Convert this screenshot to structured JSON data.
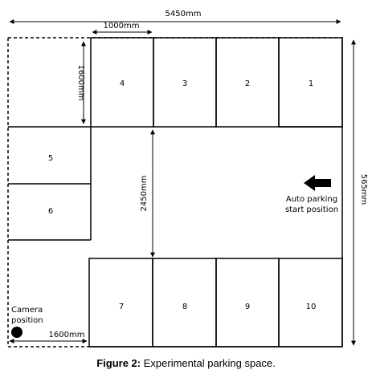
{
  "dimensions": {
    "total_width": "5450mm",
    "spot_width": "1000mm",
    "spot_depth": "1600mm",
    "aisle_width": "2450mm",
    "total_height": "565mm",
    "camera_offset": "1600mm"
  },
  "spots": {
    "s1": "1",
    "s2": "2",
    "s3": "3",
    "s4": "4",
    "s5": "5",
    "s6": "6",
    "s7": "7",
    "s8": "8",
    "s9": "9",
    "s10": "10"
  },
  "auto_parking": {
    "line1": "Auto parking",
    "line2": "start position"
  },
  "camera": {
    "line1": "Camera",
    "line2": "position"
  },
  "caption": {
    "label": "Figure 2:",
    "text": " Experimental parking space."
  },
  "colors": {
    "line": "#000000",
    "background": "#ffffff"
  }
}
